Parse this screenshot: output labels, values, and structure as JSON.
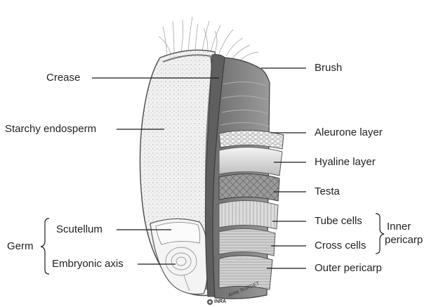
{
  "labels": {
    "crease": "Crease",
    "starchy_endosperm": "Starchy endosperm",
    "germ": "Germ",
    "scutellum": "Scutellum",
    "embryonic_axis": "Embryonic axis",
    "brush": "Brush",
    "aleurone_layer": "Aleurone layer",
    "hyaline_layer": "Hyaline layer",
    "testa": "Testa",
    "tube_cells": "Tube cells",
    "cross_cells": "Cross cells",
    "inner_pericarp_1": "Inner",
    "inner_pericarp_2": "pericarp",
    "outer_pericarp": "Outer pericarp"
  },
  "credit": {
    "org": "INRA",
    "author": "Anne SURGET"
  },
  "colors": {
    "leader": "#1a1a1a",
    "grain_outline": "#555555",
    "endosperm": "#efefef",
    "aleurone": "#d6d6d6",
    "testa": "#8a8a8a",
    "pericarp": "#7a7a7a"
  }
}
